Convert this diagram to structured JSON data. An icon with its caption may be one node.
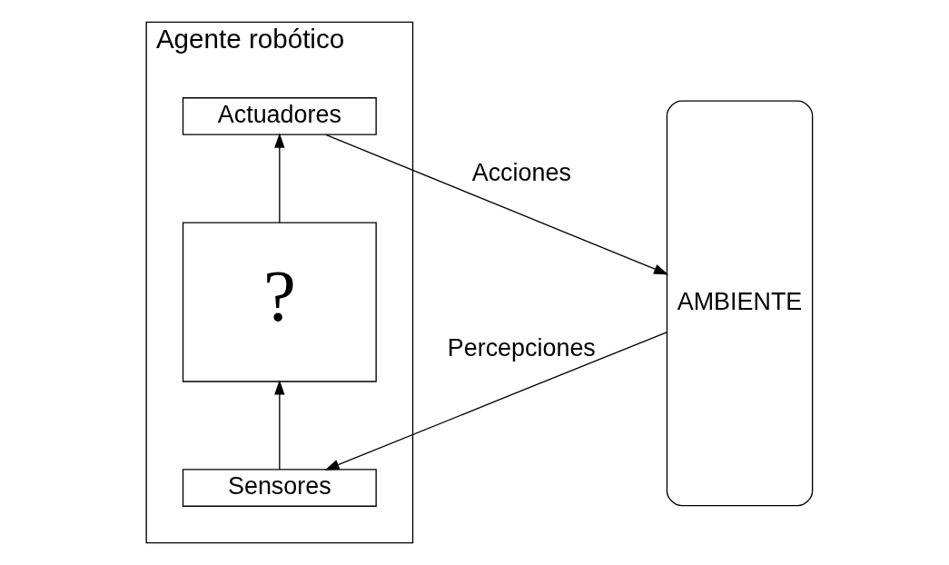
{
  "diagram": {
    "nodes": [
      {
        "text": [
          "Agente robótico"
        ]
      },
      {
        "text": [
          "Sensores"
        ],
        "in": 0
      },
      {
        "text": [
          "?"
        ],
        "in": 0
      },
      {
        "text": [
          "Actuadores"
        ],
        "in": 0
      },
      {
        "text": [
          "AMBIENTE"
        ]
      }
    ],
    "edges": [
      {
        "from": 4,
        "to": 1,
        "arrow": "to",
        "label": "Percepciones"
      },
      {
        "from": 1,
        "to": 2,
        "arrow": "to"
      },
      {
        "from": 2,
        "to": 3,
        "arrow": "to"
      },
      {
        "from": 3,
        "to": 4,
        "arrow": "to",
        "label": "Acciones"
      }
    ]
  }
}
